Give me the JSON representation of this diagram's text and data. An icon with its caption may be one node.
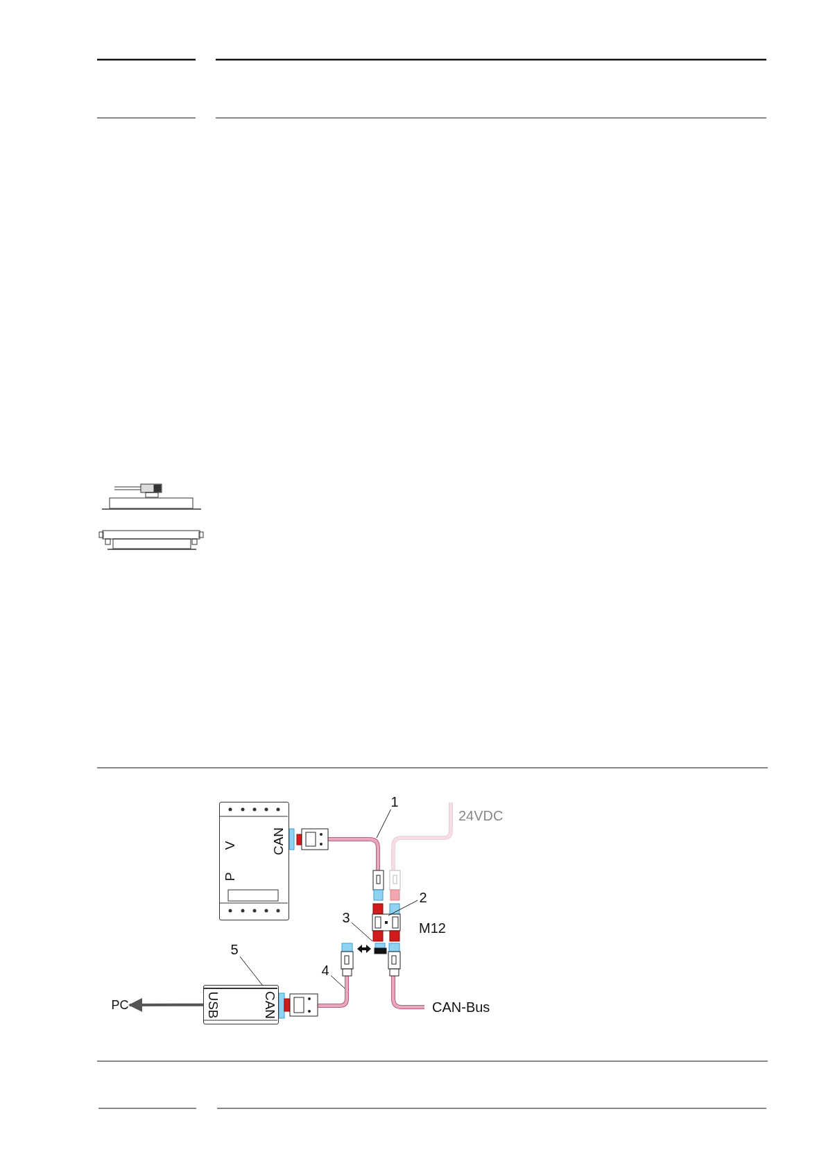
{
  "diagram": {
    "nodes": [
      {
        "text": [
          "1"
        ]
      },
      {
        "text": [
          "V",
          "CAN",
          "P"
        ]
      },
      {
        "text": [
          "2"
        ]
      },
      {
        "text": [
          "3"
        ]
      },
      {
        "text": [
          "5"
        ]
      },
      {
        "text": [
          "4"
        ]
      },
      {
        "text": [
          "USB",
          "CAN"
        ]
      },
      {
        "text": [
          "PC"
        ]
      }
    ],
    "edges": [
      {
        "from": 0,
        "to": null,
        "arrow": "none"
      },
      {
        "from": 2,
        "to": null,
        "arrow": "none"
      },
      {
        "from": 3,
        "to": null,
        "arrow": "none"
      },
      {
        "from": 4,
        "to": 6,
        "arrow": "none"
      },
      {
        "from": 5,
        "to": null,
        "arrow": "none"
      },
      {
        "from": 6,
        "to": 7,
        "arrow": "to",
        "style": "thick",
        "color": "#555555"
      }
    ],
    "labels": [
      "24VDC",
      "M12",
      "CAN-Bus"
    ]
  }
}
